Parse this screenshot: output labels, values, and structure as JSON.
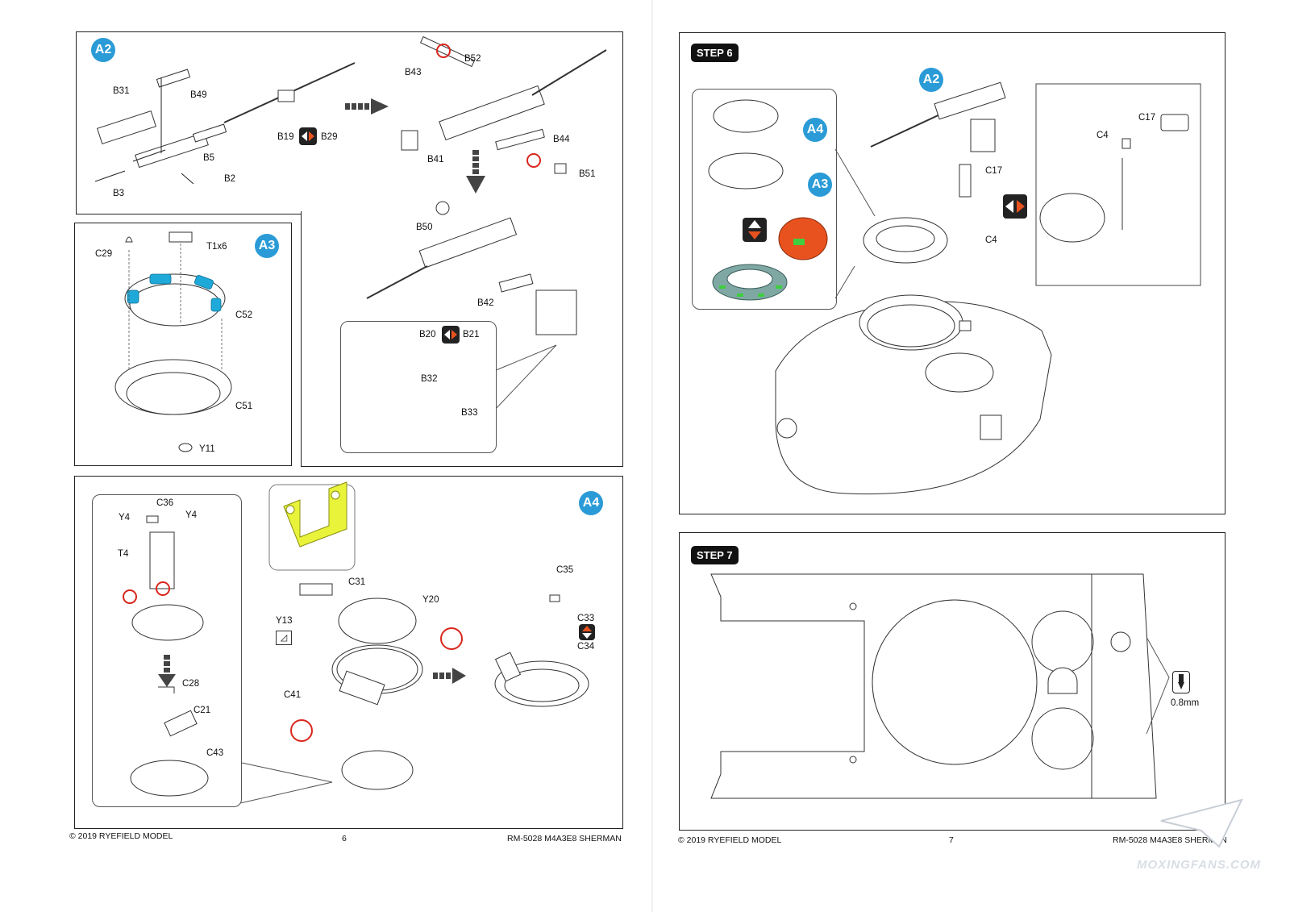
{
  "page6": {
    "panel_a2": {
      "badge": "A2",
      "labels": {
        "B31": "B31",
        "B49": "B49",
        "B5": "B5",
        "B2": "B2",
        "B3": "B3",
        "B19": "B19",
        "B29": "B29",
        "B43": "B43",
        "B52": "B52",
        "B44": "B44",
        "B41": "B41",
        "B51": "B51",
        "B50": "B50",
        "B42": "B42",
        "B20": "B20",
        "B21": "B21",
        "B32": "B32",
        "B33": "B33"
      }
    },
    "panel_a3": {
      "badge": "A3",
      "labels": {
        "C29": "C29",
        "T1x6": "T1x6",
        "C52": "C52",
        "C51": "C51",
        "Y11": "Y11"
      }
    },
    "panel_a4": {
      "badge": "A4",
      "labels": {
        "C36": "C36",
        "Y4a": "Y4",
        "Y4b": "Y4",
        "T4": "T4",
        "C28": "C28",
        "C21": "C21",
        "C43": "C43",
        "C31": "C31",
        "Y13": "Y13",
        "Y20": "Y20",
        "C41": "C41",
        "C35": "C35",
        "C33": "C33",
        "C34": "C34"
      }
    },
    "footer": {
      "copyright": "© 2019 RYEFIELD MODEL",
      "page": "6",
      "product": "RM-5028 M4A3E8 SHERMAN"
    }
  },
  "page7": {
    "step6": {
      "title": "STEP 6",
      "badges": {
        "a2": "A2",
        "a4": "A4",
        "a3": "A3"
      },
      "labels": {
        "C17a": "C17",
        "C17b": "C17",
        "C4a": "C4",
        "C4b": "C4"
      }
    },
    "step7": {
      "title": "STEP 7",
      "drill_size": "0.8mm"
    },
    "footer": {
      "copyright": "© 2019 RYEFIELD MODEL",
      "page": "7",
      "product": "RM-5028 M4A3E8 SHERMAN"
    }
  },
  "watermark": "MOXINGFANS.COM",
  "colors": {
    "badge": "#2a9bd6",
    "part_highlight": "#1fa9d8",
    "yellow_part": "#e8f33a",
    "orange_part": "#e8521f",
    "teal_part": "#7fa8a4",
    "green_detail": "#3fce3f"
  },
  "icons": [
    "swap-arrows-icon",
    "down-arrow-icon",
    "no-glue-icon",
    "flip-up-down-icon",
    "drill-icon",
    "cut-flush-icon"
  ]
}
